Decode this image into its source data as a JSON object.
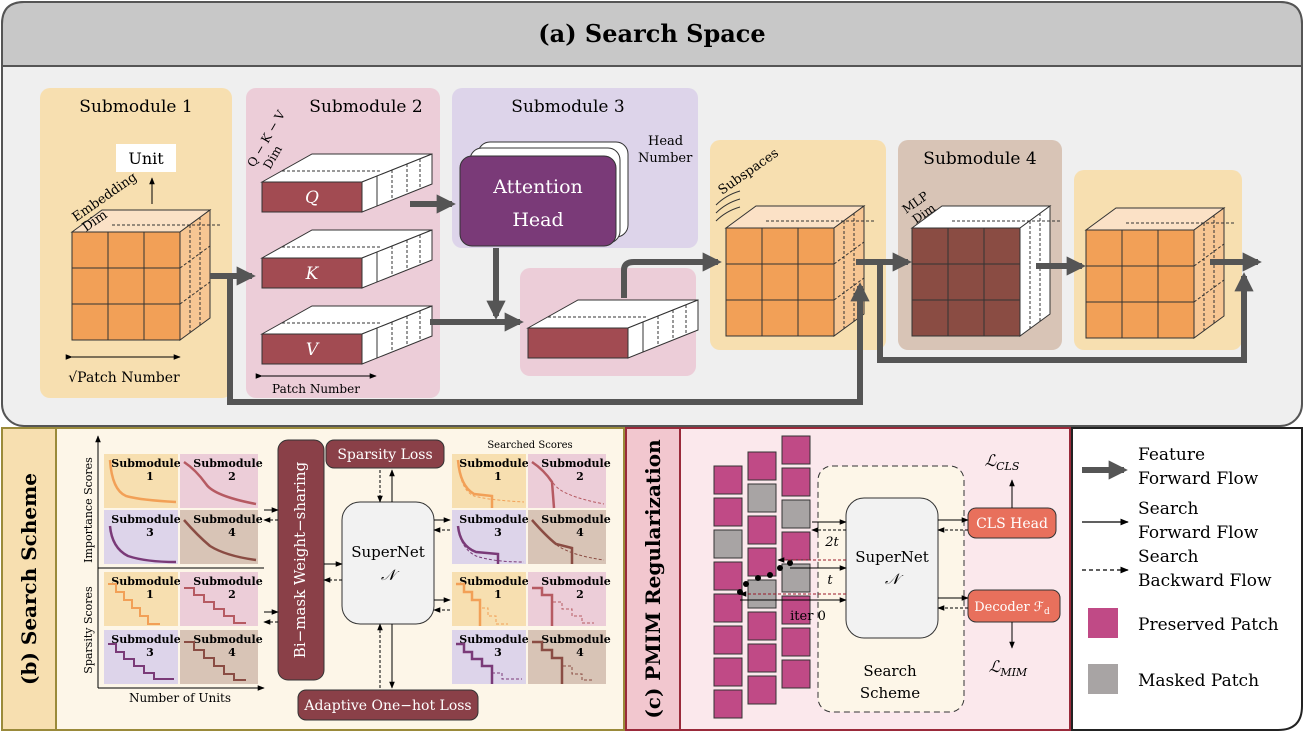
{
  "header": {
    "title": "(a) Search Space"
  },
  "submodules": {
    "s1": {
      "title": "Submodule 1",
      "unit": "Unit",
      "embed1": "Embedding",
      "embed2": "Dim",
      "patch": "√Patch Number"
    },
    "s2": {
      "title": "Submodule 2",
      "qkv1": "Q − K − V",
      "qkv2": "Dim",
      "q": "Q",
      "k": "K",
      "v": "V",
      "patch": "Patch Number"
    },
    "s3": {
      "title": "Submodule 3",
      "head1": "Head",
      "head2": "Number",
      "attn1": "Attention",
      "attn2": "Head"
    },
    "sub": {
      "label": "Subspaces"
    },
    "s4": {
      "title": "Submodule 4",
      "mlp1": "MLP",
      "mlp2": "Dim"
    }
  },
  "search": {
    "side_title": "(b) Search Scheme",
    "importance_label": "Importance Scores",
    "sparsity_label": "Sparsity Scores",
    "units_label": "Number of Units",
    "cells": [
      {
        "name": "Submodule",
        "num": "1"
      },
      {
        "name": "Submodule",
        "num": "2"
      },
      {
        "name": "Submodule",
        "num": "3"
      },
      {
        "name": "Submodule",
        "num": "4"
      }
    ],
    "bimask": "Bi−mask Weight−sharing",
    "supernet": "SuperNet",
    "supernet_sym": "𝒩",
    "sparsity_loss": "Sparsity Loss",
    "onehot_loss": "Adaptive One−hot Loss",
    "searched": "Searched Scores"
  },
  "pmim": {
    "side_title": "(c) PMIM Regularization",
    "supernet": "SuperNet",
    "supernet_sym": "𝒩",
    "cls_head": "CLS Head",
    "decoder": "Decoder ℱ",
    "decoder_sub": "d",
    "lcls": "ℒ",
    "lcls_sub": "CLS",
    "lmim": "ℒ",
    "lmim_sub": "MIM",
    "t2": "2t",
    "t": "t",
    "iter": "iter 0",
    "scheme1": "Search",
    "scheme2": "Scheme"
  },
  "legend": {
    "feature1": "Feature",
    "feature2": "Forward Flow",
    "sf1": "Search",
    "sf2": "Forward Flow",
    "sb1": "Search",
    "sb2": "Backward Flow",
    "preserved": "Preserved Patch",
    "masked": "Masked Patch"
  },
  "colors": {
    "orange": "#f2a057",
    "sub1": "#f7dfb0",
    "sub2": "#eccdd8",
    "sub3": "#ddd4ea",
    "sub4": "#d8c4b6",
    "maroon": "#a24b52",
    "purple": "#7a3a78",
    "brown": "#8a4c43",
    "preserved": "#c04a86",
    "masked": "#a8a4a4"
  }
}
